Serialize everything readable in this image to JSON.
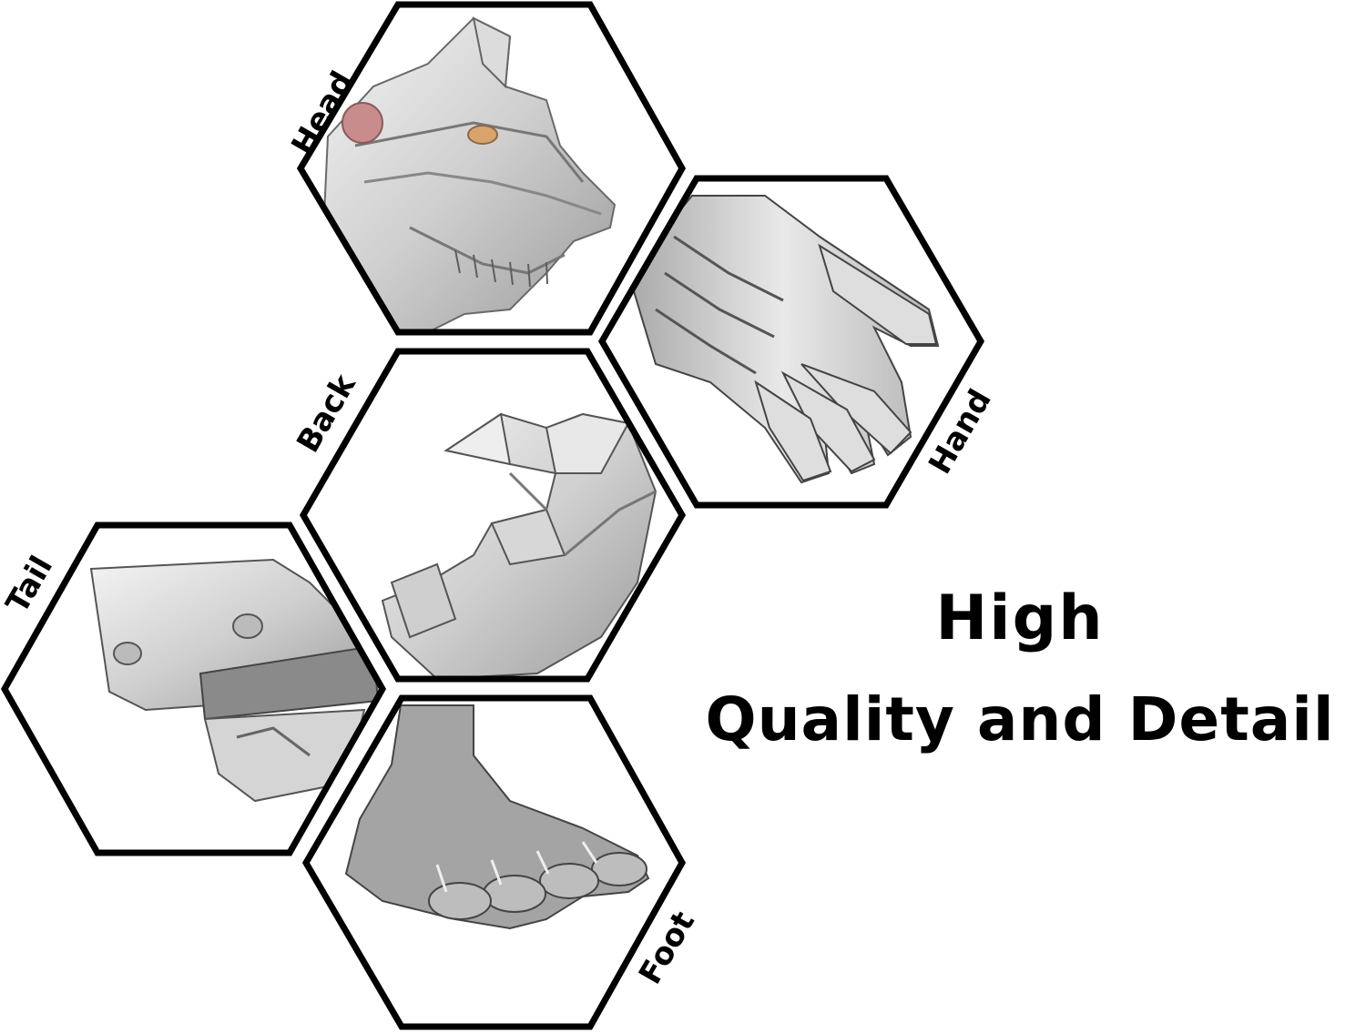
{
  "labels": {
    "head": "Head",
    "hand": "Hand",
    "back": "Back",
    "tail": "Tail",
    "foot": "Foot"
  },
  "headline": {
    "line1": "High",
    "line2": "Quality and Detail"
  },
  "colors": {
    "background": "#ffffff",
    "hex_border": "#000000",
    "silver_light": "#e6e6e6",
    "silver_mid": "#bdbdbd",
    "silver_dark": "#7d7d7d",
    "eye_accent": "#c98c8c"
  }
}
